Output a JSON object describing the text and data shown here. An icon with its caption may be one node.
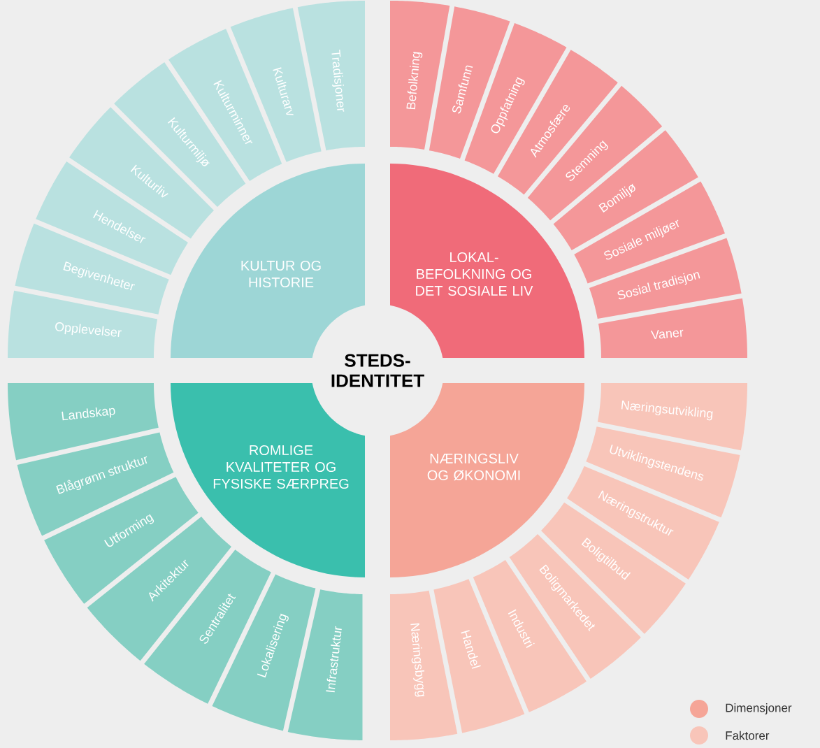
{
  "diagram": {
    "nodes": [
      {
        "text": [
          "STEDS- IDENTITET"
        ]
      },
      {
        "text": [
          "KULTUR OG HISTORIE"
        ]
      },
      {
        "text": [
          "LOKAL- BEFOLKNING OG DET SOSIALE LIV"
        ]
      },
      {
        "text": [
          "ROMLIGE KVALITETER OG FYSISKE SÆRPREG"
        ]
      },
      {
        "text": [
          "NÆRINGSLIV OG ØKONOMI"
        ]
      },
      {
        "text": [
          "Tradisjoner"
        ]
      },
      {
        "text": [
          "Kulturarv"
        ]
      },
      {
        "text": [
          "Kulturminner"
        ]
      },
      {
        "text": [
          "Kulturmiljø"
        ]
      },
      {
        "text": [
          "Kulturliv"
        ]
      },
      {
        "text": [
          "Hendelser"
        ]
      },
      {
        "text": [
          "Begivenheter"
        ]
      },
      {
        "text": [
          "Opplevelser"
        ]
      },
      {
        "text": [
          "Befolkning"
        ]
      },
      {
        "text": [
          "Samfunn"
        ]
      },
      {
        "text": [
          "Oppfatning"
        ]
      },
      {
        "text": [
          "Atmosfære"
        ]
      },
      {
        "text": [
          "Stemning"
        ]
      },
      {
        "text": [
          "Bomiljø"
        ]
      },
      {
        "text": [
          "Sosiale miljøer"
        ]
      },
      {
        "text": [
          "Sosial tradisjon"
        ]
      },
      {
        "text": [
          "Vaner"
        ]
      },
      {
        "text": [
          "Landskap"
        ]
      },
      {
        "text": [
          "Blågrønn struktur"
        ]
      },
      {
        "text": [
          "Utforming"
        ]
      },
      {
        "text": [
          "Arkitektur"
        ]
      },
      {
        "text": [
          "Sentralitet"
        ]
      },
      {
        "text": [
          "Lokalisering"
        ]
      },
      {
        "text": [
          "Infrastruktur"
        ]
      },
      {
        "text": [
          "Næringsutvikling"
        ]
      },
      {
        "text": [
          "Utviklingstendens"
        ]
      },
      {
        "text": [
          "Næringstruktur"
        ]
      },
      {
        "text": [
          "Boligtilbud"
        ]
      },
      {
        "text": [
          "Boligmarkedet"
        ]
      },
      {
        "text": [
          "Industri"
        ]
      },
      {
        "text": [
          "Handel"
        ]
      },
      {
        "text": [
          "Næringsbygg"
        ]
      }
    ],
    "legend": [
      {
        "text": "Dimensjoner",
        "color": "#f5a597"
      },
      {
        "text": "Faktorer",
        "color": "#f8c5b9"
      }
    ]
  }
}
